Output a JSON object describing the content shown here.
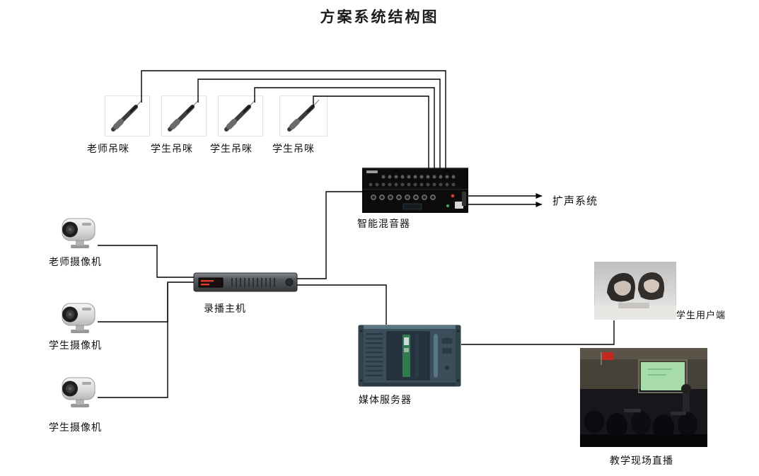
{
  "title": "方案系统结构图",
  "nodes": {
    "mics": [
      {
        "id": "mic-teacher",
        "label": "老师吊咪"
      },
      {
        "id": "mic-student-1",
        "label": "学生吊咪"
      },
      {
        "id": "mic-student-2",
        "label": "学生吊咪"
      },
      {
        "id": "mic-student-3",
        "label": "学生吊咪"
      }
    ],
    "mixer": {
      "label": "智能混音器"
    },
    "pa_system": {
      "label": "扩声系统"
    },
    "cameras": [
      {
        "id": "camera-teacher",
        "label": "老师摄像机"
      },
      {
        "id": "camera-student-1",
        "label": "学生摄像机"
      },
      {
        "id": "camera-student-2",
        "label": "学生摄像机"
      }
    ],
    "recorder": {
      "label": "录播主机"
    },
    "media_server": {
      "label": "媒体服务器"
    },
    "student_client": {
      "label": "学生用户端"
    },
    "live_broadcast": {
      "label": "教学现场直播"
    }
  },
  "icons": {
    "mic": "shotgun-microphone-icon",
    "camera": "ptz-camera-icon",
    "mixer": "audio-mixer-rack-icon",
    "recorder": "recorder-host-rack-icon",
    "media_server": "server-chassis-icon",
    "student_client": "students-photo",
    "live_broadcast": "classroom-photo"
  },
  "colors": {
    "background": "#ffffff",
    "line": "#000000",
    "text": "#111111",
    "mixer_body": "#0c0c0c",
    "server_body": "#3b4d59"
  }
}
